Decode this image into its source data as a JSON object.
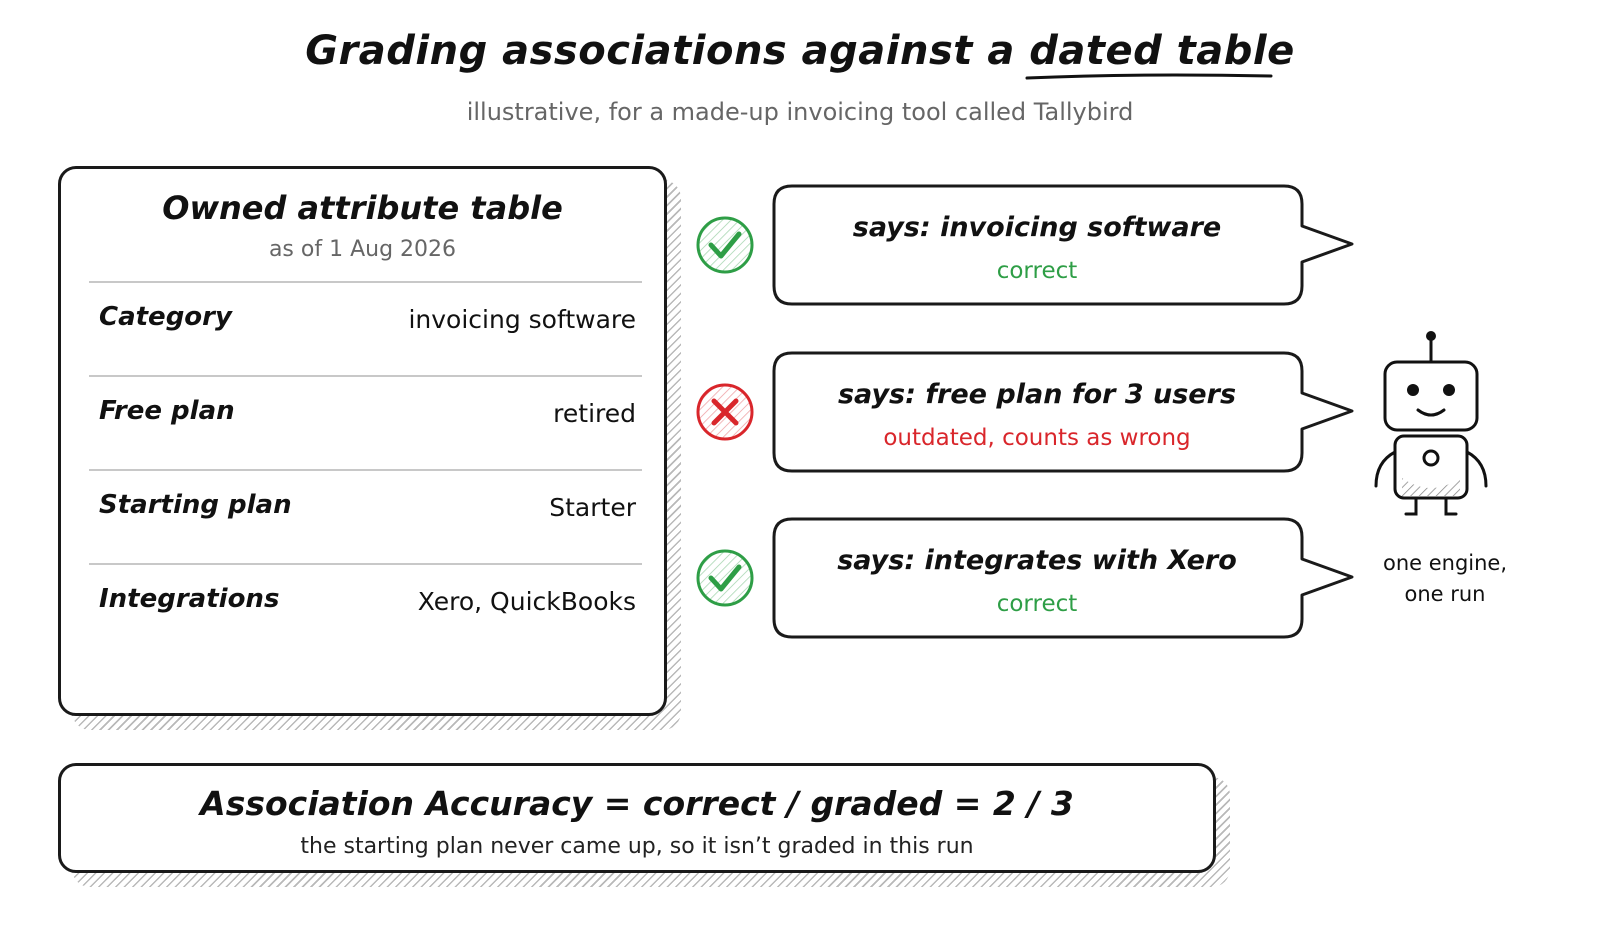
{
  "title": {
    "prefix": "Grading associations against a ",
    "emphasis": "dated table"
  },
  "subtitle": "illustrative, for a made-up invoicing tool called Tallybird",
  "table": {
    "title": "Owned attribute table",
    "as_of": "as of 1 Aug 2026",
    "rows": [
      {
        "label": "Category",
        "value": "invoicing software"
      },
      {
        "label": "Free plan",
        "value": "retired"
      },
      {
        "label": "Starting plan",
        "value": "Starter"
      },
      {
        "label": "Integrations",
        "value": "Xero, QuickBooks"
      }
    ]
  },
  "claims": [
    {
      "says": "says: invoicing software",
      "verdict": "correct",
      "status": "check-icon",
      "color": "#2e9e46"
    },
    {
      "says": "says: free plan for 3 users",
      "verdict": "outdated, counts as wrong",
      "status": "cross-icon",
      "color": "#d9262b"
    },
    {
      "says": "says: integrates with Xero",
      "verdict": "correct",
      "status": "check-icon",
      "color": "#2e9e46"
    }
  ],
  "robot": {
    "icon": "robot-icon",
    "caption_line1": "one engine,",
    "caption_line2": "one run"
  },
  "summary": {
    "formula": "Association Accuracy = correct / graded = 2 / 3",
    "note": "the starting plan never came up, so it isn’t graded in this run"
  },
  "colors": {
    "correct": "#2e9e46",
    "wrong": "#d9262b",
    "ink": "#111111",
    "muted": "#666666"
  }
}
